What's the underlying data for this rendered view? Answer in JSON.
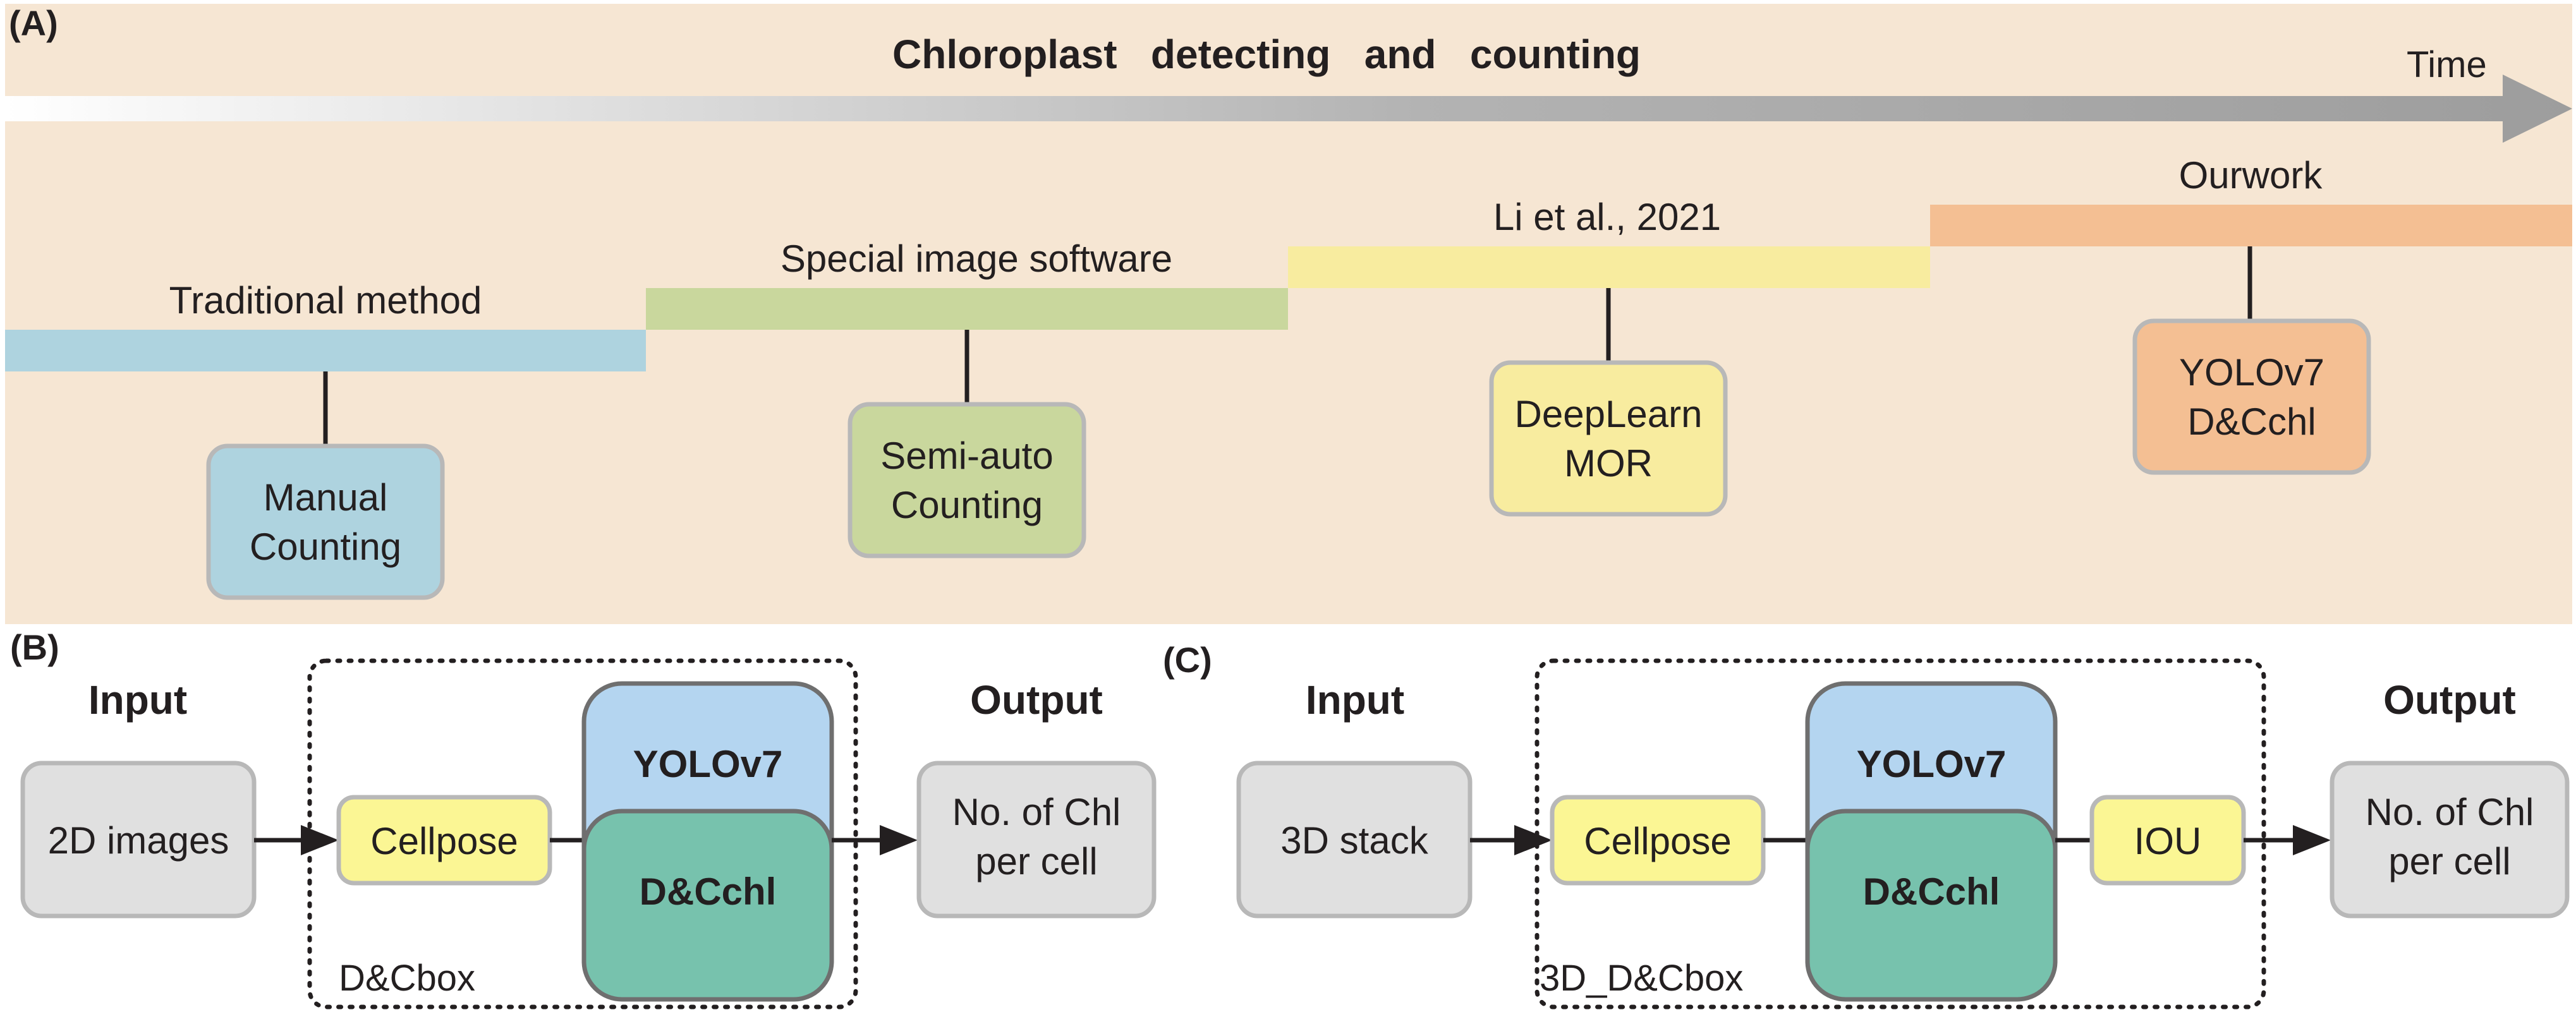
{
  "colors": {
    "panel_bg": "#f6e6d3",
    "blue": "#aed3df",
    "green": "#c9d79d",
    "yellow": "#f8ec9f",
    "orange": "#f4bf93",
    "box_yellow": "#fbf694",
    "box_blue": "#b4d5f0",
    "box_teal": "#77c2ad",
    "box_gray": "#e0e0e0"
  },
  "panel_a": {
    "label": "(A)",
    "title": "Chloroplast   detecting   and   counting",
    "time_label": "Time",
    "stages": [
      {
        "title": "Traditional method",
        "box_line1": "Manual",
        "box_line2": "Counting"
      },
      {
        "title": "Special image software",
        "box_line1": "Semi-auto",
        "box_line2": "Counting"
      },
      {
        "title": "Li et al., 2021",
        "box_line1": "DeepLearn",
        "box_line2": "MOR"
      },
      {
        "title": "Ourwork",
        "box_line1": "YOLOv7",
        "box_line2": "D&Cchl"
      }
    ]
  },
  "panel_b": {
    "label": "(B)",
    "input_title": "Input",
    "output_title": "Output",
    "input_box": "2D images",
    "cellpose": "Cellpose",
    "yolo": "YOLOv7",
    "dcchl": "D&Cchl",
    "output_line1": "No. of Chl",
    "output_line2": "per cell",
    "group_label": "D&Cbox"
  },
  "panel_c": {
    "label": "(C)",
    "input_title": "Input",
    "output_title": "Output",
    "input_box": "3D stack",
    "cellpose": "Cellpose",
    "yolo": "YOLOv7",
    "dcchl": "D&Cchl",
    "iou": "IOU",
    "output_line1": "No. of Chl",
    "output_line2": "per cell",
    "group_label": "3D_D&Cbox"
  }
}
